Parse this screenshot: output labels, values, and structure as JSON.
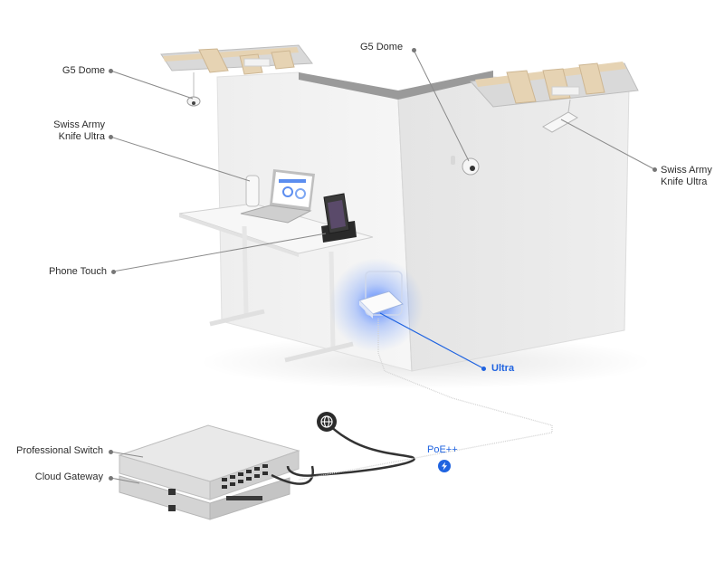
{
  "labels": {
    "g5_dome_left": "G5 Dome",
    "g5_dome_top": "G5 Dome",
    "swiss_army_left": "Swiss Army\nKnife Ultra",
    "swiss_army_right": "Swiss Army\nKnife Ultra",
    "phone_touch": "Phone Touch",
    "ultra": "Ultra",
    "poe": "PoE++",
    "professional_switch": "Professional Switch",
    "cloud_gateway": "Cloud Gateway"
  },
  "icons": {
    "internet": "globe-icon",
    "power": "lightning-icon"
  },
  "colors": {
    "accent": "#1f63e0",
    "leader_line": "#8a8a8a",
    "wood": "#e6d3b3",
    "wall": "#ececec"
  }
}
